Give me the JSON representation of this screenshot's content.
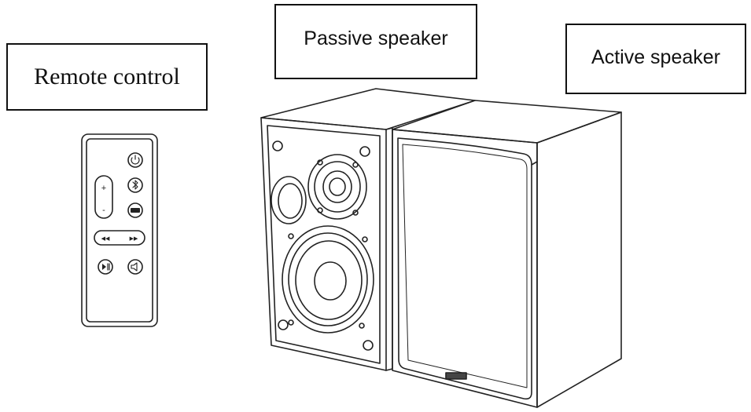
{
  "labels": {
    "remote": "Remote control",
    "passive": "Passive speaker",
    "active": "Active speaker"
  },
  "remote_buttons": {
    "vol_plus": "+",
    "vol_minus": "-",
    "prev": "◀◀",
    "next": "▶▶"
  },
  "colors": {
    "line": "#222222",
    "background": "#ffffff"
  }
}
